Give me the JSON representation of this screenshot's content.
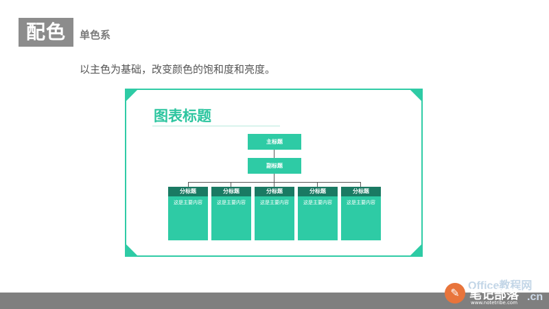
{
  "header": {
    "tag": "配色",
    "subtitle": "单色系",
    "description": "以主色为基础，改变颜色的饱和度和亮度。"
  },
  "diagram": {
    "title": "图表标题",
    "main_node": "主标题",
    "sub_node": "副标题",
    "children": [
      {
        "heading": "分标题",
        "body": "这是主要内容"
      },
      {
        "heading": "分标题",
        "body": "这是主要内容"
      },
      {
        "heading": "分标题",
        "body": "这是主要内容"
      },
      {
        "heading": "分标题",
        "body": "这是主要内容"
      },
      {
        "heading": "分标题",
        "body": "这是主要内容"
      }
    ]
  },
  "watermark": {
    "brand_light": "Office教程网",
    "brand_main": "笔记部落",
    "url": "www.notetribe.com",
    "suffix": ".cn"
  },
  "colors": {
    "accent": "#2ecba5",
    "accent_dark": "#1a7a63",
    "tag_bg": "#8c8c8c",
    "bottom_bar": "#7f7f7f"
  }
}
